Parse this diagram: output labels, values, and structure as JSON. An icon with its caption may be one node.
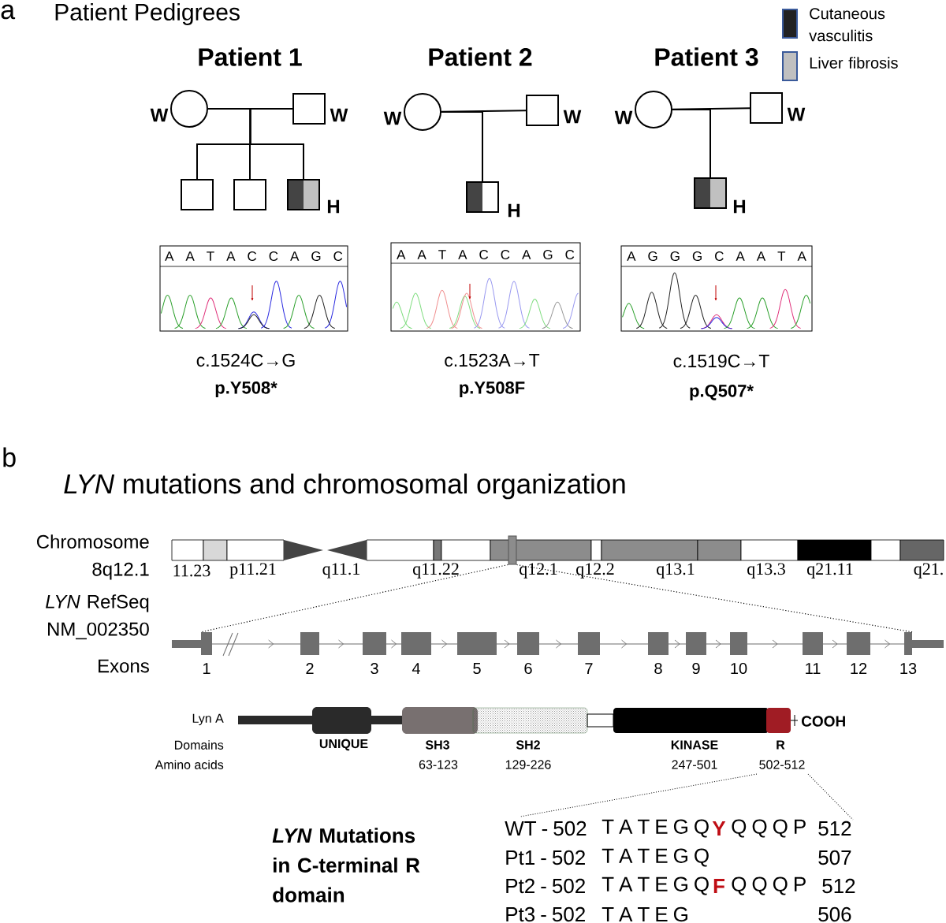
{
  "diagram": {
    "nodes": [
      {
        "text": [],
        "shape": "circle",
        "beside": [
          "W"
        ]
      },
      {
        "text": [],
        "shape": "box",
        "beside": [
          "W"
        ]
      },
      {
        "text": [],
        "shape": "box"
      },
      {
        "text": [],
        "shape": "box"
      },
      {
        "text": [],
        "shape": "box",
        "beside": [
          "H"
        ]
      },
      {
        "text": [],
        "shape": "circle",
        "beside": [
          "W"
        ]
      },
      {
        "text": [],
        "shape": "box",
        "beside": [
          "W"
        ]
      },
      {
        "text": [],
        "shape": "box",
        "beside": [
          "H"
        ]
      },
      {
        "text": [],
        "shape": "circle",
        "beside": [
          "W"
        ]
      },
      {
        "text": [],
        "shape": "box",
        "beside": [
          "W"
        ]
      },
      {
        "text": [],
        "shape": "box",
        "beside": [
          "H"
        ]
      },
      {
        "text": [],
        "shape": "box"
      },
      {
        "text": [],
        "shape": "bar"
      }
    ],
    "edges": [
      {
        "from": 0,
        "to": 1,
        "arrow": "none"
      },
      {
        "from": 0,
        "to": 2,
        "arrow": "none"
      },
      {
        "from": 0,
        "to": 3,
        "arrow": "none"
      },
      {
        "from": 0,
        "to": 4,
        "arrow": "none"
      },
      {
        "from": 5,
        "to": 6,
        "arrow": "none"
      },
      {
        "from": 5,
        "to": 7,
        "arrow": "none"
      },
      {
        "from": 8,
        "to": 9,
        "arrow": "none"
      },
      {
        "from": 8,
        "to": 10,
        "arrow": "none"
      },
      {
        "from": 11,
        "to": 12,
        "arrow": "none",
        "style": "dashed"
      },
      {
        "from": 11,
        "to": 12,
        "arrow": "none",
        "style": "dashed"
      }
    ],
    "labels": [
      "a",
      "Patient Pedigrees",
      "Patient 1",
      "Patient 2",
      "Patient 3",
      "A A T A C C A G C",
      "A A T A C C A G C",
      "A G G G C A A T A",
      "c.1524C→G",
      "c.1523A→T",
      "c.1519C→T",
      "p.Y508*",
      "p.Y508F",
      "p.Q507*",
      "b",
      "*LYN* mutations and chromosomal organization",
      "Chromosome 8q12.1",
      "11.23",
      "p11.21",
      "q11.1",
      "q11.22",
      "q12.1",
      "q12.2",
      "q13.1",
      "q13.3",
      "q21.11",
      "q21.",
      "*LYN* RefSeq NM_002350",
      "Exons",
      "1",
      "2",
      "3",
      "4",
      "5",
      "6",
      "7",
      "8",
      "9",
      "10",
      "11",
      "12",
      "13",
      "Lyn A",
      "Domains",
      "Amino acids",
      "UNIQUE",
      "SH3",
      "SH2",
      "KINASE",
      "R",
      "COOH",
      "63-123",
      "129-226",
      "247-501",
      "502-512",
      "*LYN* Mutations in C-terminal R domain",
      "WT - 502",
      "T A T E G Q",
      "Y",
      "Q Q Q P",
      "512",
      "Pt1 - 502",
      "T A T E G Q",
      "507",
      "Pt2 - 502",
      "T A T E G Q",
      "F",
      "Q Q Q P",
      "512",
      "Pt3 - 502",
      "T A T E G",
      "506"
    ],
    "legend": [
      {
        "text": "Cutaneous vasculitis",
        "color": "#222222"
      },
      {
        "text": "Liver fibrosis",
        "color": "#c0c0c0"
      }
    ]
  }
}
